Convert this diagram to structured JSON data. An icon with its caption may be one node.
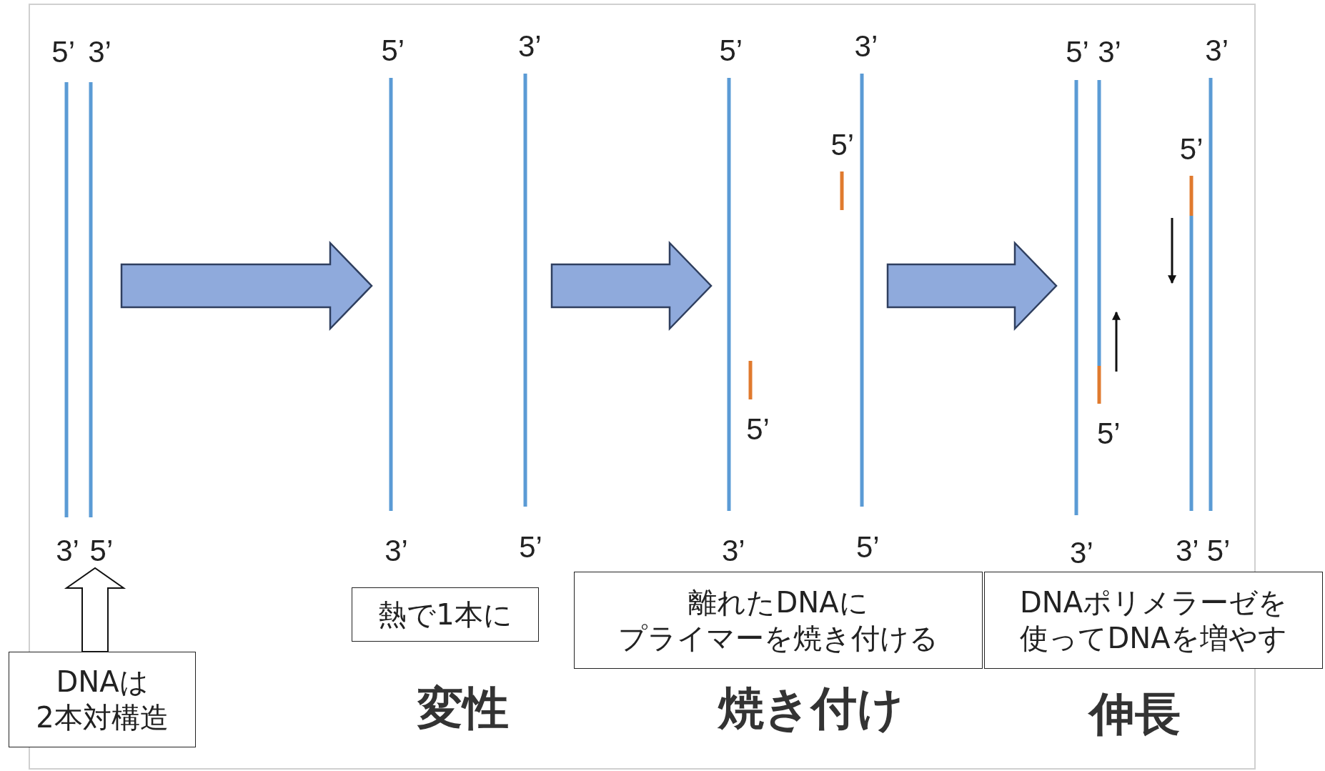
{
  "diagram": {
    "nodes": [
      {
        "text": [],
        "shape": "picture"
      },
      {
        "text": [],
        "shape": "picture"
      },
      {
        "text": [],
        "shape": "picture"
      },
      {
        "text": [],
        "shape": "picture"
      },
      {
        "text": [
          "DNAは2本対構造"
        ]
      },
      {
        "text": [
          "熱で1本に"
        ]
      },
      {
        "text": [
          "離れたDNAにプライマーを焼き付ける"
        ]
      },
      {
        "text": [
          "DNAポリメラーゼを使ってDNAを増やす"
        ]
      }
    ],
    "edges": [
      {
        "from": 0,
        "to": 1,
        "arrow": "to",
        "style": "thick"
      },
      {
        "from": 1,
        "to": 2,
        "arrow": "to",
        "style": "thick"
      },
      {
        "from": 2,
        "to": 3,
        "arrow": "to",
        "style": "thick"
      },
      {
        "from": 4,
        "to": 0,
        "arrow": "to"
      }
    ],
    "labels": [
      "5’",
      "3’",
      "3’",
      "5’",
      "5’",
      "3’",
      "3’",
      "5’",
      "5’",
      "3’",
      "5’",
      "5’",
      "3’",
      "5’",
      "5’",
      "3’",
      "3’",
      "5’",
      "5’",
      "3’",
      "3’",
      "5’",
      "変性",
      "焼き付け",
      "伸長"
    ]
  }
}
